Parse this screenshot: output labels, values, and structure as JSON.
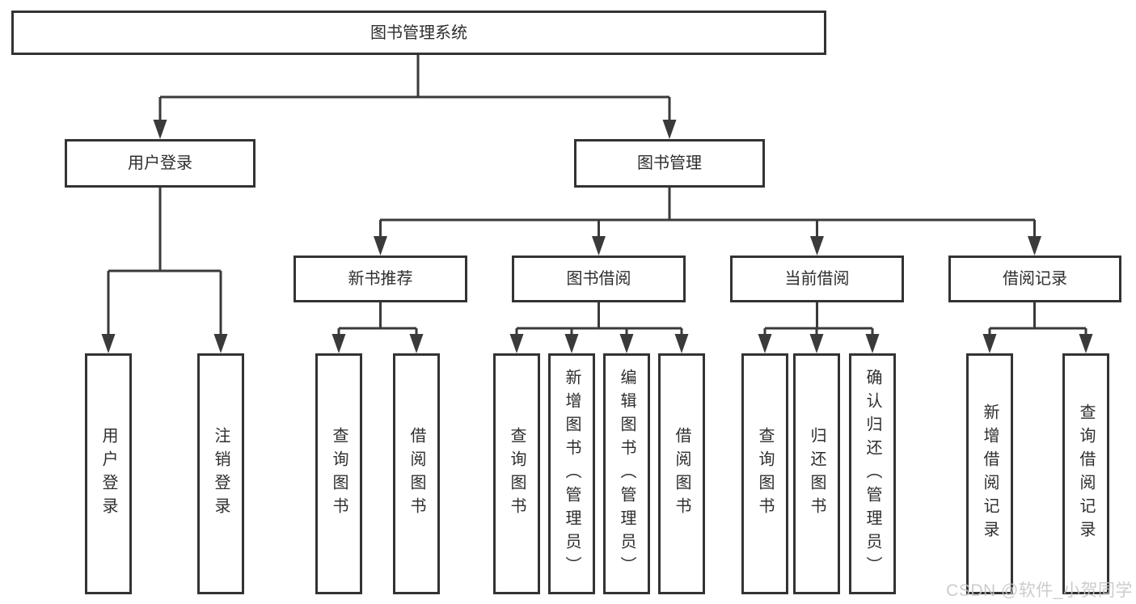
{
  "title": "图书管理系统",
  "tree": {
    "root": {
      "label": "图书管理系统"
    },
    "branches": [
      {
        "label": "用户登录",
        "children": [
          {
            "label": "用户登录"
          },
          {
            "label": "注销登录"
          }
        ]
      },
      {
        "label": "图书管理",
        "children": [
          {
            "label": "新书推荐",
            "children": [
              {
                "label": "查询图书"
              },
              {
                "label": "借阅图书"
              }
            ]
          },
          {
            "label": "图书借阅",
            "children": [
              {
                "label": "查询图书"
              },
              {
                "label": "新增图书（管理员）"
              },
              {
                "label": "编辑图书（管理员）"
              },
              {
                "label": "借阅图书"
              }
            ]
          },
          {
            "label": "当前借阅",
            "children": [
              {
                "label": "查询图书"
              },
              {
                "label": "归还图书"
              },
              {
                "label": "确认归还（管理员）"
              }
            ]
          },
          {
            "label": "借阅记录",
            "children": [
              {
                "label": "新增借阅记录"
              },
              {
                "label": "查询借阅记录"
              }
            ]
          }
        ]
      }
    ]
  },
  "watermark": {
    "text": "CSDN @软件_小贺同学"
  },
  "colors": {
    "line": "#3a3a3a",
    "box_border": "#333333",
    "text": "#2e2e2e",
    "watermark": "#c7c4c4",
    "background": "#ffffff"
  }
}
